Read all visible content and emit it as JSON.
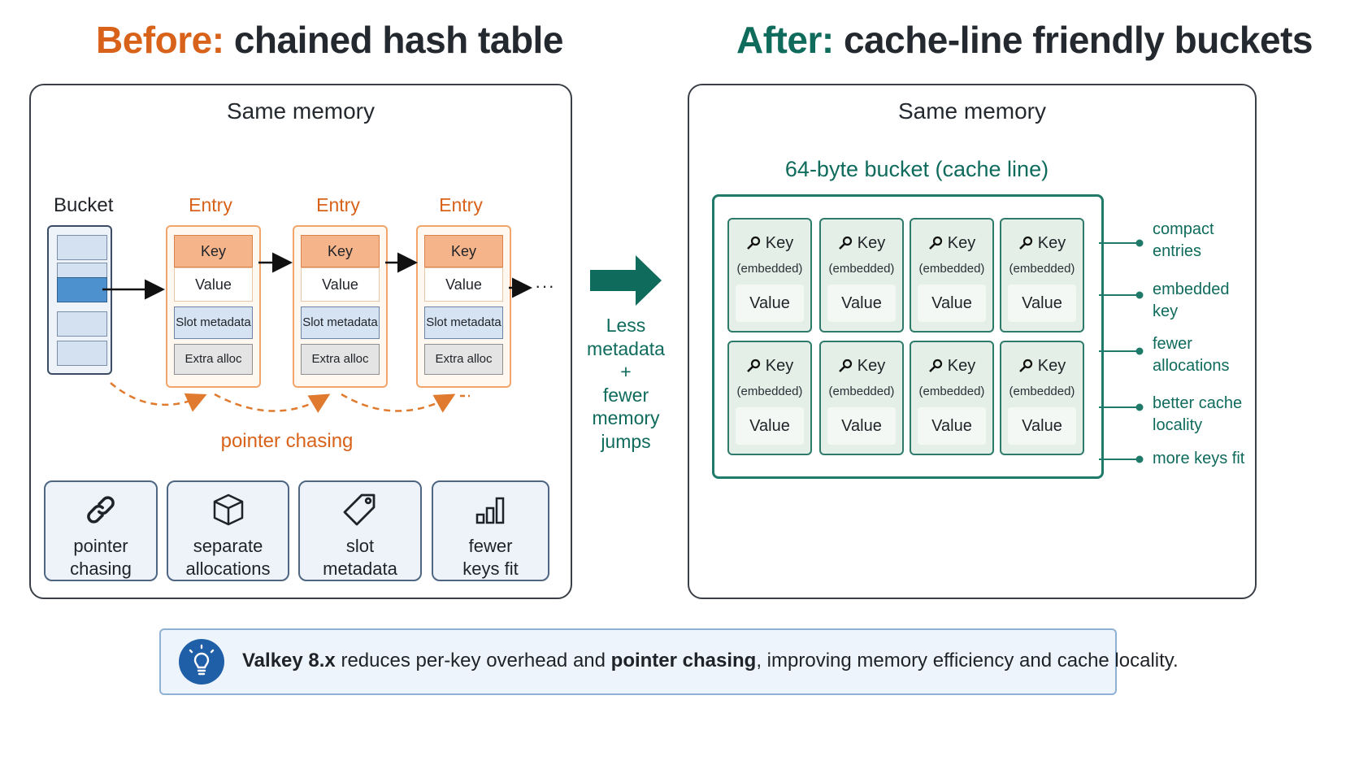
{
  "titles": {
    "before_prefix": "Before:",
    "before_rest": "chained hash table",
    "after_prefix": "After:",
    "after_rest": "cache-line friendly buckets"
  },
  "before": {
    "memory_label": "Same memory",
    "bucket_label": "Bucket",
    "entries": [
      {
        "label": "Entry",
        "key": "Key",
        "value": "Value",
        "meta": "Slot metadata",
        "extra": "Extra alloc"
      },
      {
        "label": "Entry",
        "key": "Key",
        "value": "Value",
        "meta": "Slot metadata",
        "extra": "Extra alloc"
      },
      {
        "label": "Entry",
        "key": "Key",
        "value": "Value",
        "meta": "Slot metadata",
        "extra": "Extra alloc"
      }
    ],
    "ellipsis": "···",
    "pointer_chasing_label": "pointer chasing",
    "cards": [
      {
        "icon": "link-icon",
        "line1": "pointer",
        "line2": "chasing"
      },
      {
        "icon": "box-icon",
        "line1": "separate",
        "line2": "allocations"
      },
      {
        "icon": "tag-icon",
        "line1": "slot",
        "line2": "metadata"
      },
      {
        "icon": "bar-chart-icon",
        "line1": "fewer",
        "line2": "keys fit"
      }
    ]
  },
  "middle": {
    "lines": [
      "Less",
      "metadata",
      "+",
      "fewer",
      "memory",
      "jumps"
    ]
  },
  "after": {
    "memory_label": "Same memory",
    "bucket_title": "64-byte bucket (cache line)",
    "cell": {
      "key": "Key",
      "embedded": "(embedded)",
      "value": "Value"
    },
    "features": [
      {
        "line1": "compact",
        "line2": "entries"
      },
      {
        "line1": "embedded",
        "line2": "key"
      },
      {
        "line1": "fewer",
        "line2": "allocations"
      },
      {
        "line1": "better cache",
        "line2": "locality"
      },
      {
        "line1": "more keys fit",
        "line2": ""
      }
    ]
  },
  "footer": {
    "icon": "lightbulb-icon",
    "bold1": "Valkey 8.x",
    "text1": " reduces per-key overhead and ",
    "bold2": "pointer chasing",
    "text2": ", improving memory efficiency and cache locality."
  },
  "colors": {
    "before_accent": "#d9621a",
    "after_accent": "#0f6b5c"
  }
}
